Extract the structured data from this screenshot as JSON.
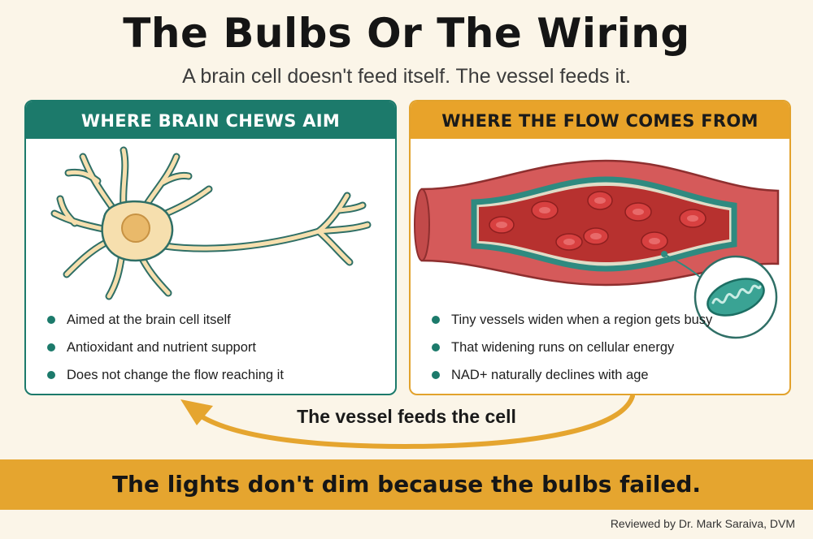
{
  "title": "The Bulbs Or The Wiring",
  "subtitle": "A brain cell doesn't feed itself. The vessel feeds it.",
  "left_panel": {
    "heading": "WHERE BRAIN CHEWS AIM",
    "bullets": [
      "Aimed at the brain cell itself",
      "Antioxidant and nutrient support",
      "Does not change the flow reaching it"
    ]
  },
  "right_panel": {
    "heading": "WHERE THE FLOW COMES FROM",
    "bullets": [
      "Tiny vessels widen when a region gets busy",
      "That widening runs on cellular energy",
      "NAD+ naturally declines with age"
    ]
  },
  "arrow_label": "The vessel feeds the cell",
  "banner": "The lights don't dim because the bulbs failed.",
  "credit": "Reviewed by Dr. Mark Saraiva, DVM",
  "colors": {
    "teal": "#1c7a6b",
    "gold": "#e5a52f",
    "background": "#fbf5e8",
    "neuron": "#f6dfae",
    "vessel": "#d55a5a"
  },
  "icons": [
    "neuron-illustration",
    "blood-vessel-illustration",
    "mitochondrion-icon",
    "curved-arrow-icon"
  ]
}
